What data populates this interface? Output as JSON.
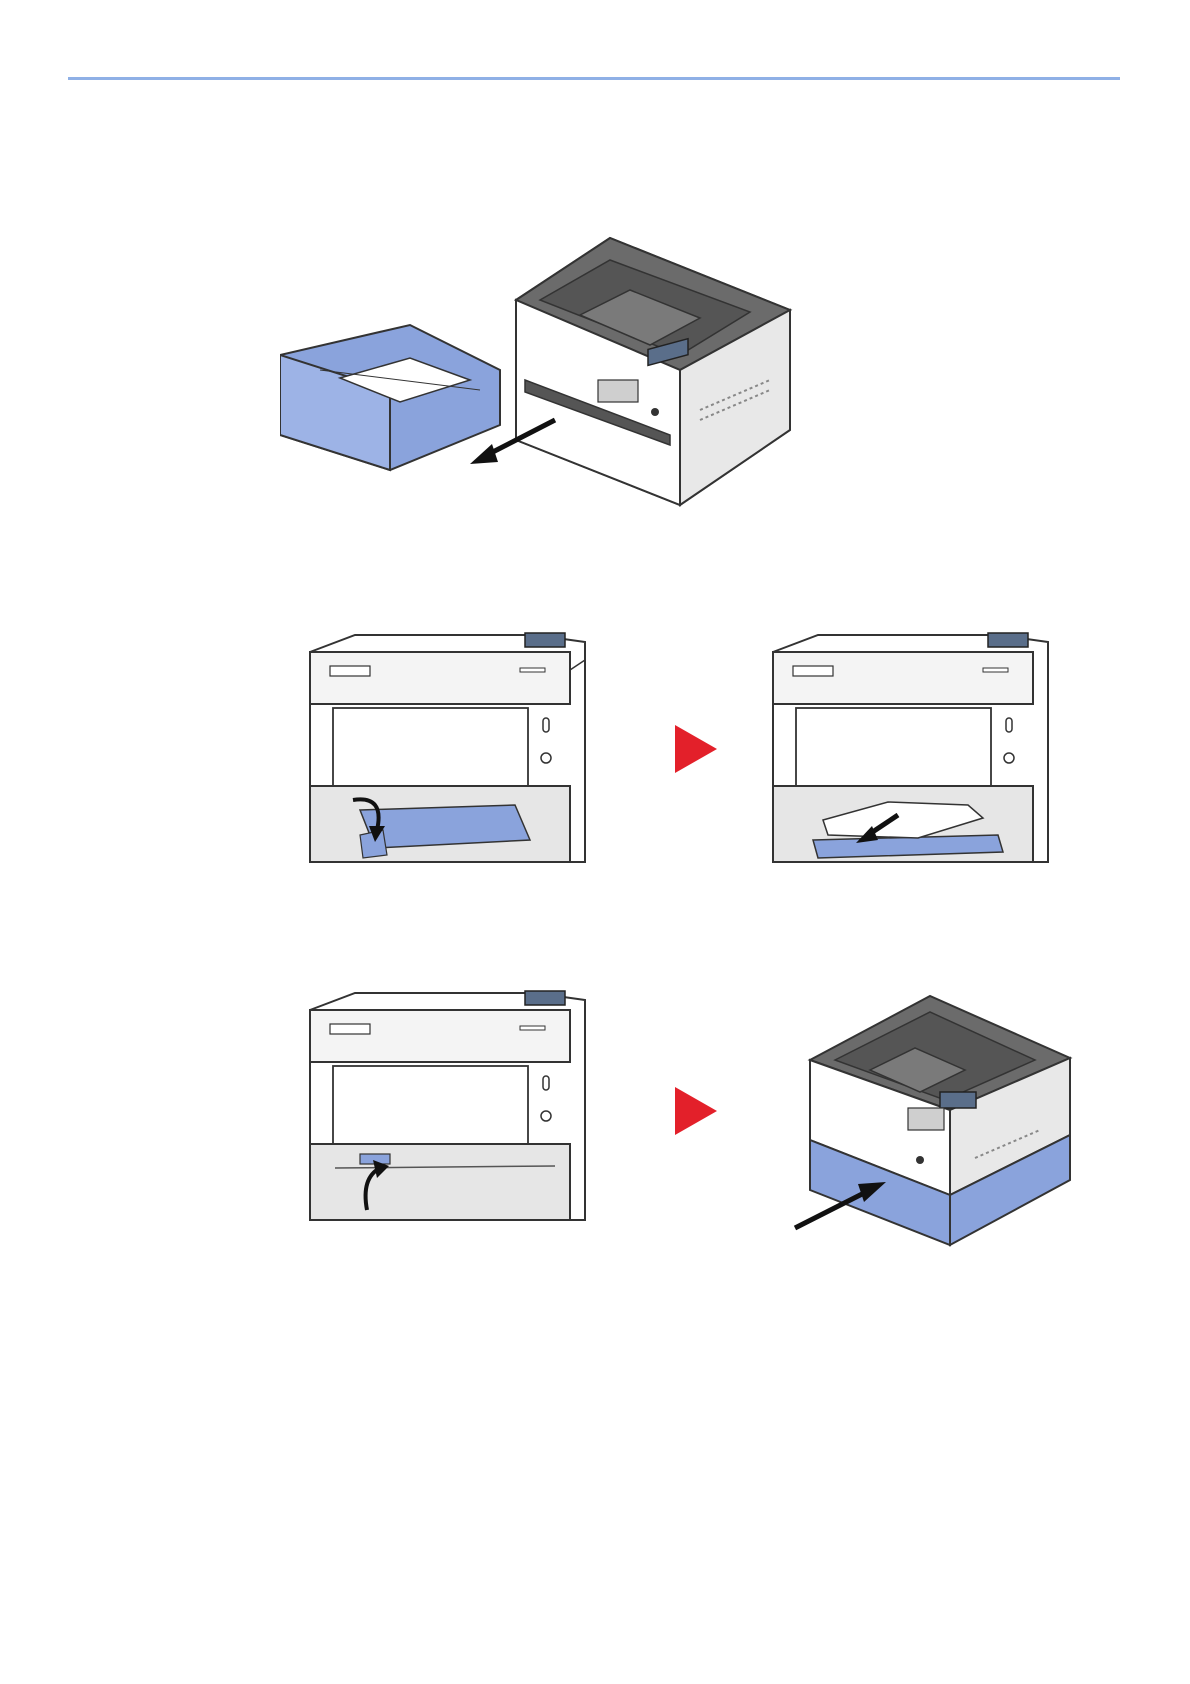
{
  "page": {
    "accent_color": "#8fb0e6",
    "cassette_color": "#8aa3dc",
    "step_arrow_color": "#e3202a"
  },
  "figures": [
    {
      "id": "remove-cassette",
      "icons": [
        "printer-icon",
        "paper-cassette-icon",
        "pull-arrow-icon"
      ]
    },
    {
      "id": "open-rear-cover",
      "icons": [
        "printer-front-icon",
        "rotate-down-arrow-icon"
      ]
    },
    {
      "id": "remove-jammed-paper",
      "icons": [
        "printer-front-icon",
        "jammed-paper-icon",
        "pull-arrow-icon"
      ]
    },
    {
      "id": "close-cover",
      "icons": [
        "printer-front-icon",
        "rotate-up-arrow-icon"
      ]
    },
    {
      "id": "insert-cassette",
      "icons": [
        "printer-icon",
        "push-arrow-icon"
      ]
    }
  ]
}
